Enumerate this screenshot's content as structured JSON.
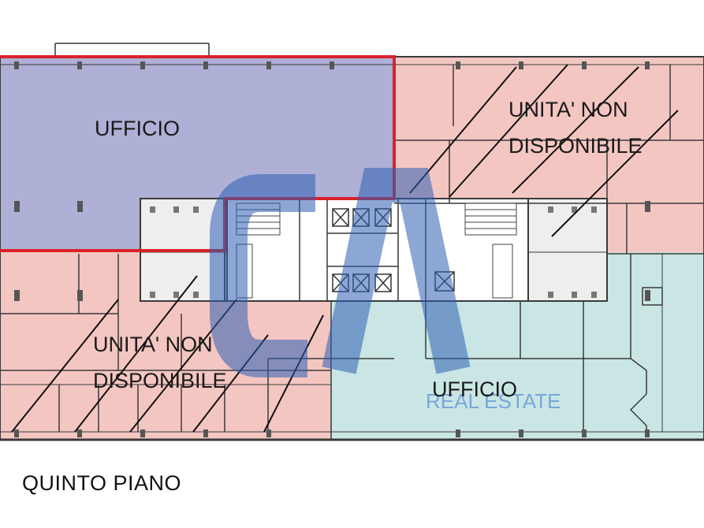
{
  "floor_label": "QUINTO PIANO",
  "units": {
    "top_left": "UFFICIO",
    "top_right_line1": "UNITA' NON",
    "top_right_line2": "DISPONIBILE",
    "bottom_left_line1": "UNITA' NON",
    "bottom_left_line2": "DISPONIBILE",
    "bottom_right": "UFFICIO"
  },
  "watermark": {
    "logo": "CA",
    "text": "REAL ESTATE"
  },
  "colors": {
    "available_office": "#aeb0d6",
    "unavailable_unit": "#f4c6c2",
    "office_green": "#c9e6e4",
    "core": "#ffffff",
    "highlight_outline": "#d9222a",
    "walls": "#3a3a3a",
    "watermark": "#2f5fb3"
  }
}
